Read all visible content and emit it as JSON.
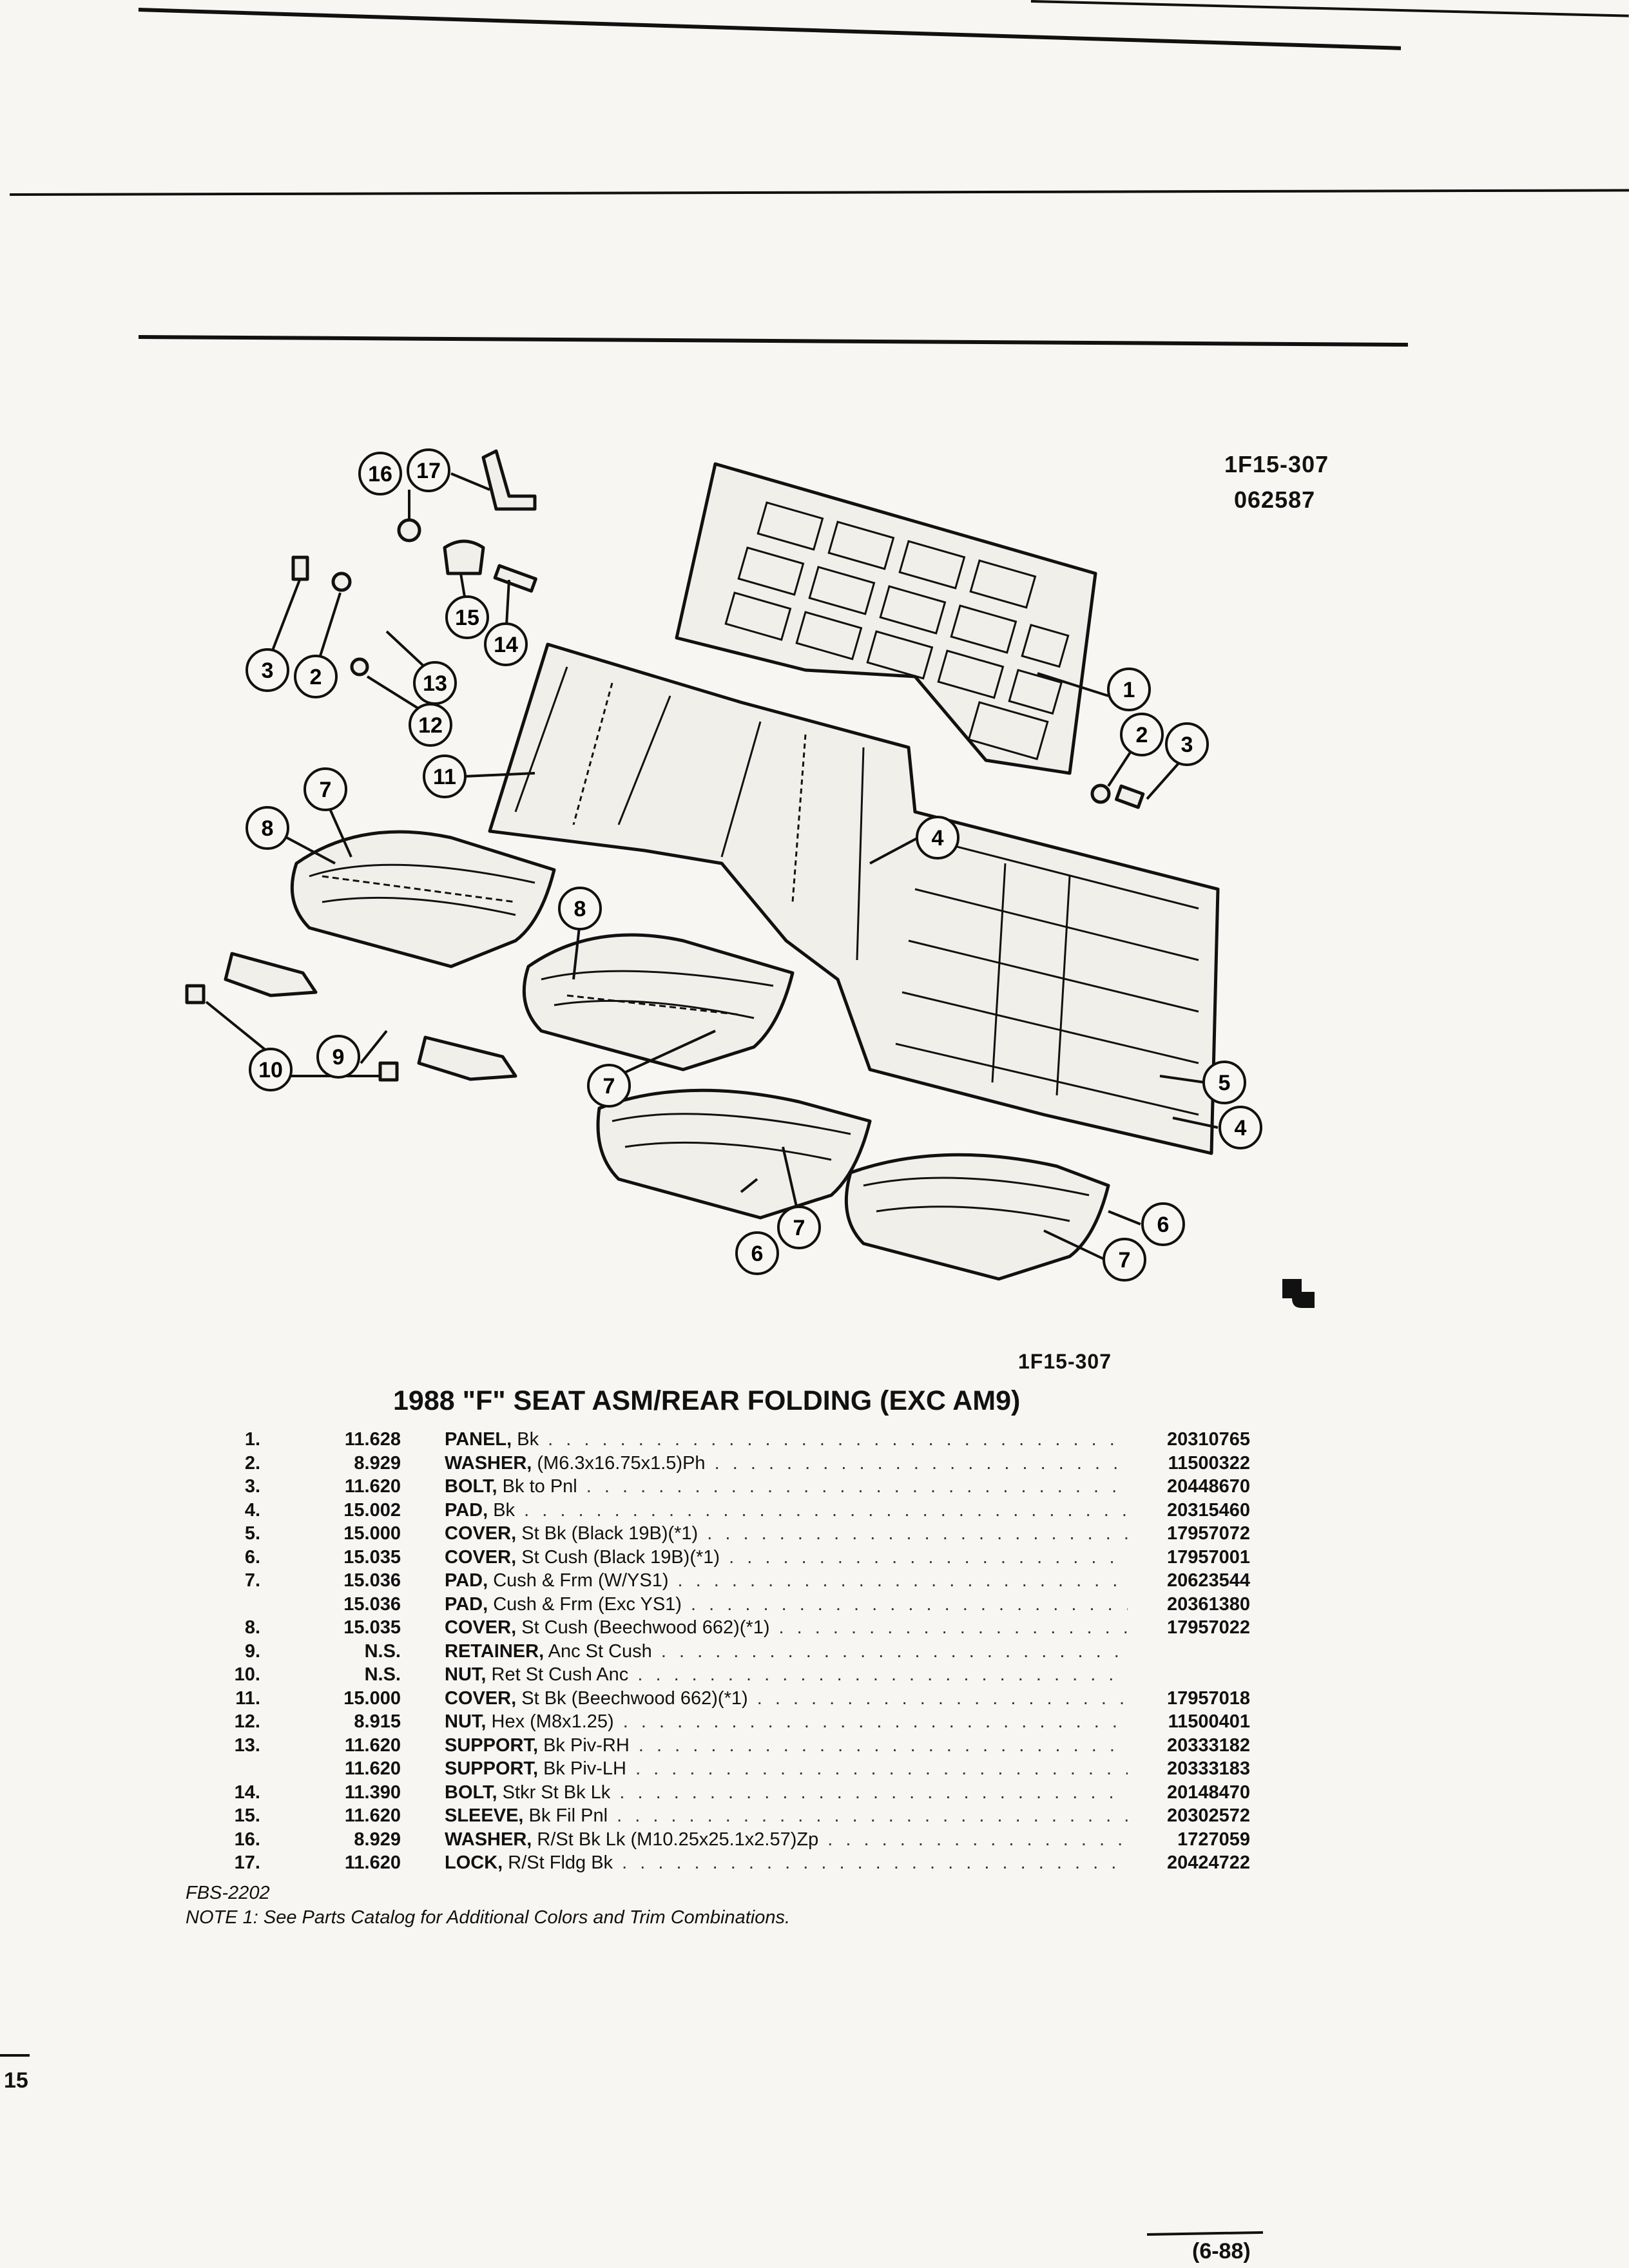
{
  "figure": {
    "code_top": "1F15-307",
    "date_code": "062587",
    "code_bottom": "1F15-307",
    "callouts": [
      "1",
      "2",
      "3",
      "4",
      "5",
      "6",
      "7",
      "8",
      "9",
      "10",
      "11",
      "12",
      "13",
      "14",
      "15",
      "16",
      "17"
    ]
  },
  "title": "1988 \"F\" SEAT ASM/REAR FOLDING (EXC AM9)",
  "parts": [
    {
      "num": "1.",
      "group": "11.628",
      "name": "PANEL,",
      "desc": " Bk",
      "pn": "20310765"
    },
    {
      "num": "2.",
      "group": "8.929",
      "name": "WASHER,",
      "desc": " (M6.3x16.75x1.5)Ph",
      "pn": "11500322"
    },
    {
      "num": "3.",
      "group": "11.620",
      "name": "BOLT,",
      "desc": " Bk to Pnl",
      "pn": "20448670"
    },
    {
      "num": "4.",
      "group": "15.002",
      "name": "PAD,",
      "desc": " Bk",
      "pn": "20315460"
    },
    {
      "num": "5.",
      "group": "15.000",
      "name": "COVER,",
      "desc": " St Bk (Black 19B)(*1)",
      "pn": "17957072"
    },
    {
      "num": "6.",
      "group": "15.035",
      "name": "COVER,",
      "desc": " St Cush (Black 19B)(*1)",
      "pn": "17957001"
    },
    {
      "num": "7.",
      "group": "15.036",
      "name": "PAD,",
      "desc": " Cush & Frm (W/YS1)",
      "pn": "20623544"
    },
    {
      "num": "",
      "group": "15.036",
      "name": "PAD,",
      "desc": " Cush & Frm (Exc YS1)",
      "pn": "20361380"
    },
    {
      "num": "8.",
      "group": "15.035",
      "name": "COVER,",
      "desc": " St Cush (Beechwood 662)(*1)",
      "pn": "17957022"
    },
    {
      "num": "9.",
      "group": "N.S.",
      "name": "RETAINER,",
      "desc": " Anc St Cush",
      "pn": ""
    },
    {
      "num": "10.",
      "group": "N.S.",
      "name": "NUT,",
      "desc": " Ret St Cush Anc",
      "pn": ""
    },
    {
      "num": "11.",
      "group": "15.000",
      "name": "COVER,",
      "desc": " St Bk (Beechwood 662)(*1)",
      "pn": "17957018"
    },
    {
      "num": "12.",
      "group": "8.915",
      "name": "NUT,",
      "desc": " Hex (M8x1.25)",
      "pn": "11500401"
    },
    {
      "num": "13.",
      "group": "11.620",
      "name": "SUPPORT,",
      "desc": " Bk Piv-RH",
      "pn": "20333182"
    },
    {
      "num": "",
      "group": "11.620",
      "name": "SUPPORT,",
      "desc": " Bk Piv-LH",
      "pn": "20333183"
    },
    {
      "num": "14.",
      "group": "11.390",
      "name": "BOLT,",
      "desc": " Stkr St Bk Lk",
      "pn": "20148470"
    },
    {
      "num": "15.",
      "group": "11.620",
      "name": "SLEEVE,",
      "desc": " Bk Fil Pnl",
      "pn": "20302572"
    },
    {
      "num": "16.",
      "group": "8.929",
      "name": "WASHER,",
      "desc": " R/St Bk Lk (M10.25x25.1x2.57)Zp",
      "pn": "1727059"
    },
    {
      "num": "17.",
      "group": "11.620",
      "name": "LOCK,",
      "desc": " R/St Fldg Bk",
      "pn": "20424722"
    }
  ],
  "fbs": "FBS-2202",
  "note": "NOTE 1: See Parts Catalog for Additional Colors and Trim Combinations.",
  "page_number": "15",
  "edition": "(6-88)"
}
